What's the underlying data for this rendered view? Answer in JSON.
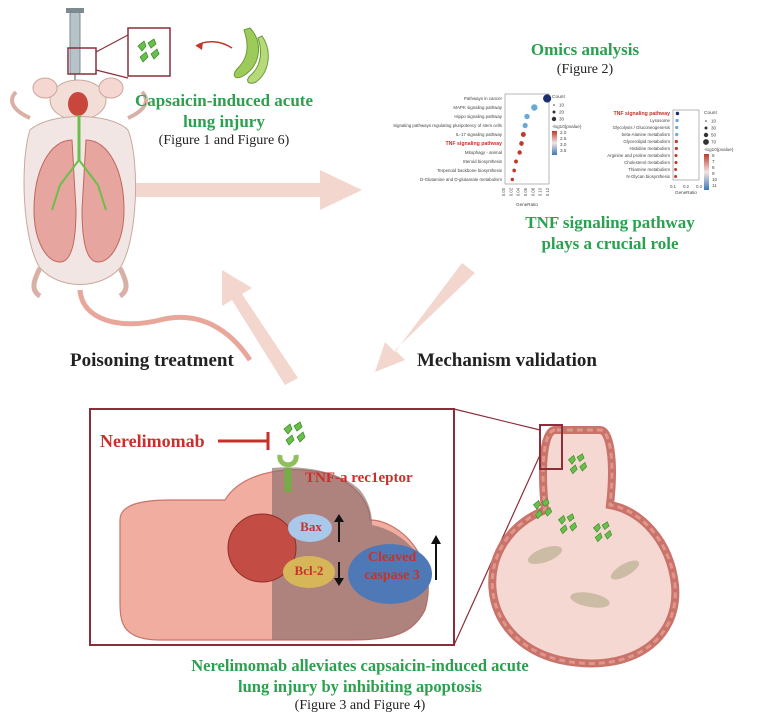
{
  "injury": {
    "title": "Capsaicin-induced acute lung injury",
    "line1": "Capsaicin-induced acute",
    "line2": "lung injury",
    "ref": "(Figure 1 and Figure 6)"
  },
  "omics": {
    "title": "Omics analysis",
    "ref": "(Figure 2)",
    "conclusion_line1": "TNF signaling pathway",
    "conclusion_line2": "plays a crucial role"
  },
  "flow": {
    "left": "Poisoning treatment",
    "right": "Mechanism validation"
  },
  "mechanism": {
    "drug": "Nerelimomab",
    "receptor": "TNF-a rec1eptor",
    "bax": "Bax",
    "bcl2": "Bcl-2",
    "cleaved_line1": "Cleaved",
    "cleaved_line2": "caspase 3"
  },
  "conclusion": {
    "line1": "Nerelimomab alleviates capsaicin-induced acute",
    "line2": "lung injury by inhibiting apoptosis",
    "ref": "(Figure 3 and Figure 4)"
  },
  "chart_data": [
    {
      "type": "scatter",
      "categories": [
        "Pathways in cancer",
        "MAPK signaling pathway",
        "Hippo signaling pathway",
        "Signaling pathways regulating pluripotency of stem cells",
        "IL-17 signaling pathway",
        "TNF signaling pathway",
        "Mitophagy - animal",
        "Steroid biosynthesis",
        "Terpenoid backbone biosynthesis",
        "D-Glutamine and D-glutamate metabolism"
      ],
      "values": [
        0.115,
        0.08,
        0.06,
        0.055,
        0.05,
        0.045,
        0.04,
        0.03,
        0.025,
        0.02
      ],
      "highlight": "TNF signaling pathway",
      "xlabel": "GeneRatio",
      "x_ticks": [
        "0.00",
        "0.02",
        "0.04",
        "0.06",
        "0.08",
        "0.10",
        "0.12"
      ],
      "xlim": [
        0,
        0.12
      ],
      "legend_count_title": "Count",
      "legend_count_values": [
        "10",
        "20",
        "30"
      ],
      "legend_color_title": "-log10(pvalue)",
      "legend_color_values": [
        "2.0",
        "2.5",
        "3.0",
        "3.5"
      ],
      "colors": {
        "high": "#1a2f6e",
        "mid": "#6aa8d8",
        "low": "#c0392b"
      }
    },
    {
      "type": "scatter",
      "categories": [
        "TNF signaling pathway",
        "Lysosome",
        "Glycolysis / Gluconeogenesis",
        "beta-Alanine metabolism",
        "Glycerolipid metabolism",
        "Histidine metabolism",
        "Arginine and proline metabolism",
        "Cholesterol metabolism",
        "Thiamine metabolism",
        "N-Glycan biosynthesis"
      ],
      "values": [
        0.06,
        0.055,
        0.05,
        0.05,
        0.045,
        0.045,
        0.04,
        0.04,
        0.035,
        0.035
      ],
      "highlight": "TNF signaling pathway",
      "xlabel": "GeneRatio",
      "x_ticks": [
        "0.1",
        "0.2",
        "0.3"
      ],
      "xlim": [
        0,
        0.35
      ],
      "legend_count_title": "Count",
      "legend_count_values": [
        "10",
        "30",
        "50",
        "70"
      ],
      "legend_color_title": "-log10(pvalue)",
      "legend_color_values": [
        "6",
        "7",
        "8",
        "9",
        "10",
        "11"
      ],
      "colors": {
        "high": "#1a2f6e",
        "mid": "#6aa8d8",
        "low": "#c0392b"
      }
    }
  ]
}
